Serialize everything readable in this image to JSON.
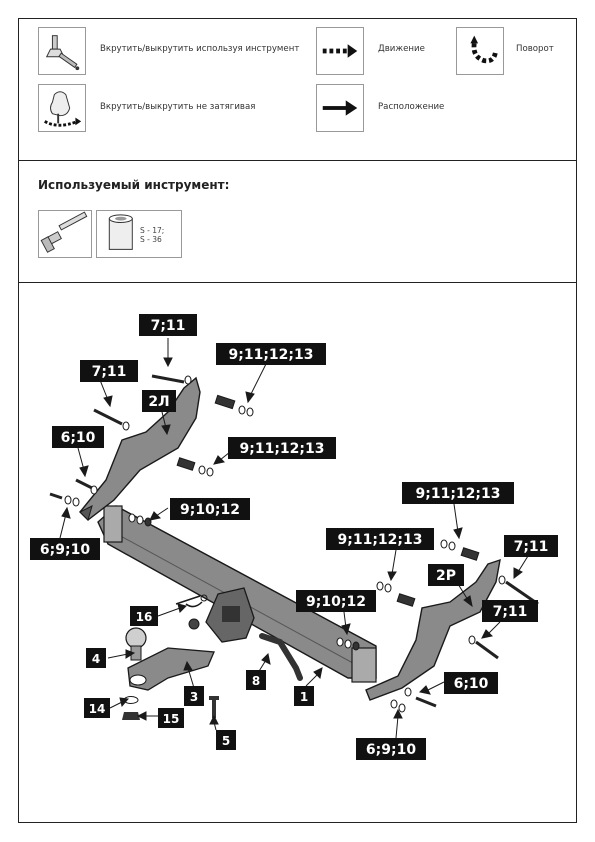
{
  "legend": {
    "tighten_with_tool": "Вкрутить/выкрутить используя инструмент",
    "movement": "Движение",
    "rotation": "Поворот",
    "tighten_loose": "Вкрутить/выкрутить не затягивая",
    "placement": "Расположение"
  },
  "tools": {
    "title": "Используемый инструмент:",
    "socket_sizes": [
      "S - 17;",
      "S - 36"
    ]
  },
  "callouts": {
    "c1": "7;11",
    "c2": "7;11",
    "c3": "9;11;12;13",
    "c4": "2Л",
    "c5": "6;10",
    "c6": "9;11;12;13",
    "c7": "6;9;10",
    "c8": "9;10;12",
    "c9": "9;11;12;13",
    "c10": "9;11;12;13",
    "c11": "7;11",
    "c12": "2Р",
    "c13": "7;11",
    "c14": "9;10;12",
    "c15": "16",
    "c16": "4",
    "c17": "8",
    "c18": "1",
    "c19": "3",
    "c20": "6;10",
    "c21": "14",
    "c22": "15",
    "c23": "5",
    "c24": "6;9;10"
  },
  "colors": {
    "ink": "#1a1a1a",
    "part_fill": "#8a8a8a",
    "part_dark": "#555555"
  }
}
